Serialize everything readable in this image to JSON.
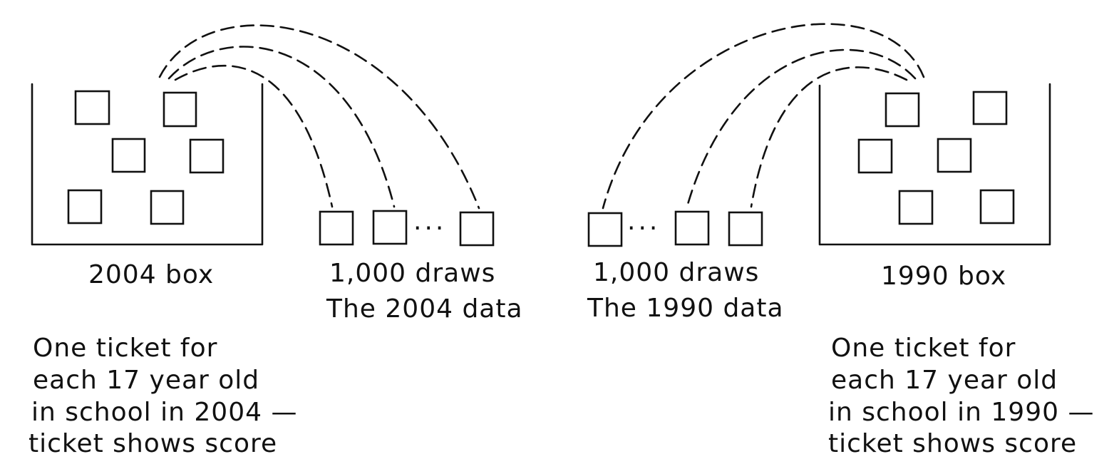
{
  "left": {
    "box_label": "2004 box",
    "draws_label": "1,000  draws",
    "data_label": "The 2004 data",
    "ellipsis": "···",
    "description": [
      "One ticket for",
      "each 17 year old",
      "in school in 2004 —",
      "ticket shows score"
    ]
  },
  "right": {
    "box_label": "1990 box",
    "draws_label": "1,000  draws",
    "data_label": "The 1990 data",
    "ellipsis": "···",
    "description": [
      "One ticket for",
      "each 17 year old",
      "in school in 1990 —",
      "ticket shows score"
    ]
  }
}
